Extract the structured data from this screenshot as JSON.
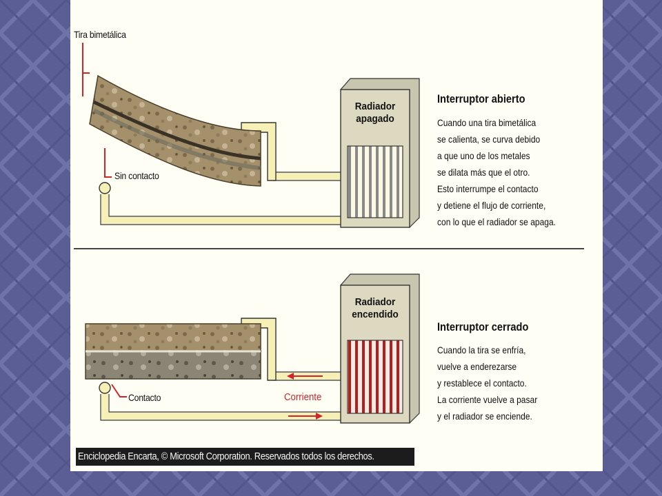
{
  "diagram": {
    "top": {
      "strip_label": "Tira bimetálica",
      "contact_label": "Sin contacto",
      "radiator_label_line1": "Radiador",
      "radiator_label_line2": "apagado",
      "title": "Interruptor abierto",
      "description": [
        "Cuando una tira bimetálica",
        "se calienta, se curva debido",
        "a que uno de los metales",
        "se dilata más que el otro.",
        "Esto interrumpe el contacto",
        "y detiene el flujo de corriente,",
        "con lo que el radiador se apaga."
      ]
    },
    "bottom": {
      "contact_label": "Contacto",
      "current_label": "Corriente",
      "radiator_label_line1": "Radiador",
      "radiator_label_line2": "encendido",
      "title": "Interruptor cerrado",
      "description": [
        "Cuando la tira se enfría,",
        "vuelve a enderezarse",
        "y restablece el contacto.",
        "La corriente vuelve a pasar",
        "y el radiador se enciende."
      ]
    },
    "credit": "Enciclopedia Encarta, © Microsoft Corporation. Reservados todos los derechos.",
    "colors": {
      "wire": "#f6f0b6",
      "radiator_off_coil": "#8a8a8a",
      "radiator_on_coil": "#b0201c",
      "current_arrow": "#d2232a",
      "slide_background": "#5b5e94"
    }
  }
}
